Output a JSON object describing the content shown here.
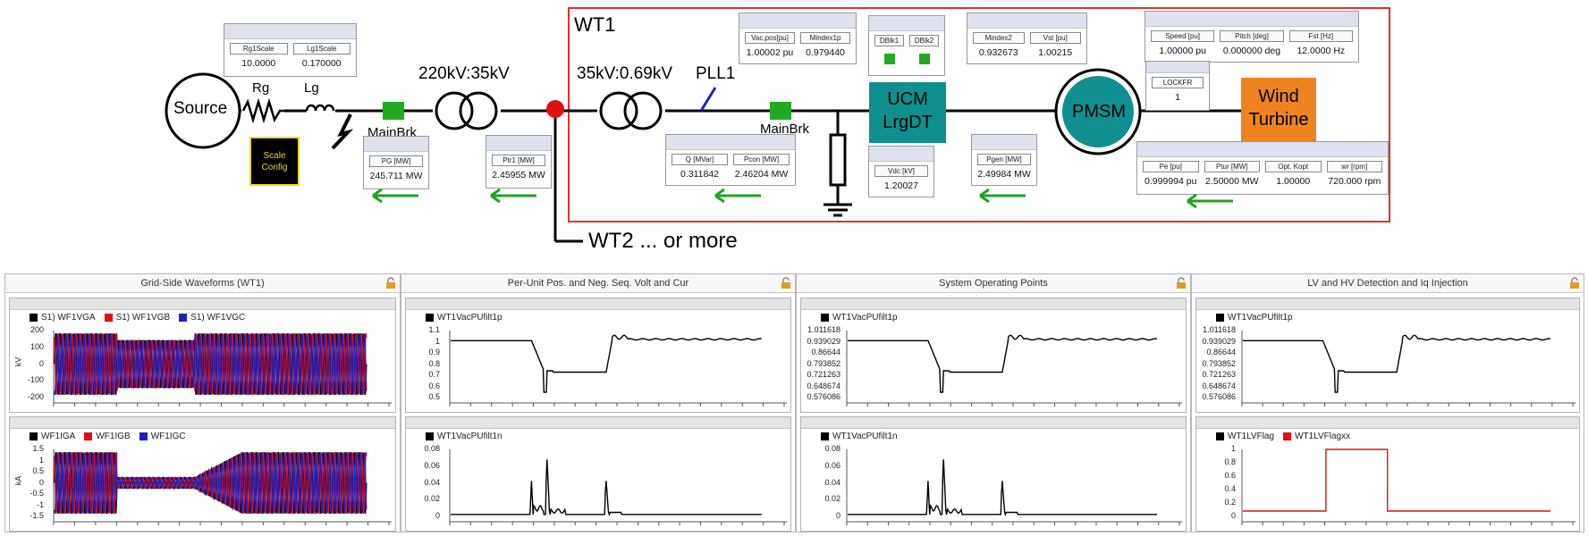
{
  "diagram": {
    "labels": {
      "source": "Source",
      "rg": "Rg",
      "lg": "Lg",
      "mainbrk1": "MainBrk",
      "transformer1": "220kV:35kV",
      "wt1": "WT1",
      "transformer2": "35kV:0.69kV",
      "pll": "PLL1",
      "mainbrk2": "MainBrk",
      "ucm_line1": "UCM",
      "ucm_line2": "LrgDT",
      "pmsm": "PMSM",
      "wind_line1": "Wind",
      "wind_line2": "Turbine",
      "wt2": "WT2 ... or more",
      "scale_line1": "Scale",
      "scale_line2": "Config"
    },
    "meters": {
      "rg": {
        "l1": "Rg1Scale",
        "v1": "10.0000",
        "l2": "Lg1Scale",
        "v2": "0.170000"
      },
      "pg": {
        "l1": "PG [MW]",
        "v1": "245.711 MW"
      },
      "ptr": {
        "l1": "Ptr1 [MW]",
        "v1": "2.45955 MW"
      },
      "vac": {
        "l1": "Vac,pos[pu]",
        "v1": "1.00002 pu",
        "l2": "Mindex1p",
        "v2": "0.979440"
      },
      "dblk": {
        "l1": "DBlk1",
        "l2": "DBlk2"
      },
      "mindex": {
        "l1": "Mindex2",
        "v1": "0.932673",
        "l2": "Vst [pu]",
        "v2": "1.00215"
      },
      "speed": {
        "l1": "Speed [pu]",
        "v1": "1.00000 pu",
        "l2": "Pitch [deg]",
        "v2": "0.000000 deg",
        "l3": "Fst [Hz]",
        "v3": "12.0000 Hz"
      },
      "lockfr": {
        "l1": "LOCKFR",
        "v1": "1"
      },
      "q": {
        "l1": "Q [MVar]",
        "v1": "0.311842",
        "l2": "Pcon [MW]",
        "v2": "2.46204 MW"
      },
      "vdc": {
        "l1": "Vdc [kV]",
        "v1": "1.20027"
      },
      "pgen": {
        "l1": "Pgen [MW]",
        "v1": "2.49984 MW"
      },
      "pe": {
        "l1": "Pe [pu]",
        "v1": "0.999994 pu",
        "l2": "Ptur [MW]",
        "v2": "2.50000 MW",
        "l3": "Opt. Kopt",
        "v3": "1.00000",
        "l4": "wr [rpm]",
        "v4": "720.000 rpm"
      }
    }
  },
  "panels": [
    {
      "title": "Grid-Side Waveforms (WT1)",
      "top": {
        "legend": [
          {
            "name": "S1) WF1VGA",
            "color": "#000000"
          },
          {
            "name": "S1) WF1VGB",
            "color": "#e01010"
          },
          {
            "name": "S1) WF1VGC",
            "color": "#2020c0"
          }
        ],
        "ylabel": "kV",
        "yticks": [
          "200",
          "100",
          "0",
          "-100",
          "-200"
        ]
      },
      "bottom": {
        "legend": [
          {
            "name": "WF1IGA",
            "color": "#000000"
          },
          {
            "name": "WF1IGB",
            "color": "#e01010"
          },
          {
            "name": "WF1IGC",
            "color": "#2020c0"
          }
        ],
        "ylabel": "kA",
        "yticks": [
          "1.5",
          "1",
          "0.5",
          "0",
          "-0.5",
          "-1",
          "-1.5"
        ]
      }
    },
    {
      "title": "Per-Unit Pos. and Neg. Seq. Volt and Cur",
      "top": {
        "legend": [
          {
            "name": "WT1VacPUfilt1p",
            "color": "#000000"
          }
        ],
        "yticks": [
          "1.1",
          "1",
          "0.9",
          "0.8",
          "0.7",
          "0.6",
          "0.5"
        ]
      },
      "bottom": {
        "legend": [
          {
            "name": "WT1VacPUfilt1n",
            "color": "#000000"
          }
        ],
        "yticks": [
          "0.08",
          "0.06",
          "0.04",
          "0.02",
          "0"
        ]
      }
    },
    {
      "title": "System Operating Points",
      "top": {
        "legend": [
          {
            "name": "WT1VacPUfilt1p",
            "color": "#000000"
          }
        ],
        "yticks": [
          "1.011618",
          "0.939029",
          "0.86644",
          "0.793852",
          "0.721263",
          "0.648674",
          "0.576086"
        ]
      },
      "bottom": {
        "legend": [
          {
            "name": "WT1VacPUfilt1n",
            "color": "#000000"
          }
        ],
        "yticks": [
          "0.08",
          "0.06",
          "0.04",
          "0.02",
          "0"
        ]
      }
    },
    {
      "title": "LV and HV Detection and Iq Injection",
      "top": {
        "legend": [
          {
            "name": "WT1VacPUfilt1p",
            "color": "#000000"
          }
        ],
        "yticks": [
          "1.011618",
          "0.939029",
          "0.86644",
          "0.793852",
          "0.721263",
          "0.648674",
          "0.576086"
        ]
      },
      "bottom": {
        "legend": [
          {
            "name": "WT1LVFlag",
            "color": "#000000"
          },
          {
            "name": "WT1LVFlagxx",
            "color": "#e01010"
          }
        ],
        "yticks": [
          "1",
          "0.8",
          "0.6",
          "0.4",
          "0.2",
          "0"
        ]
      }
    }
  ]
}
